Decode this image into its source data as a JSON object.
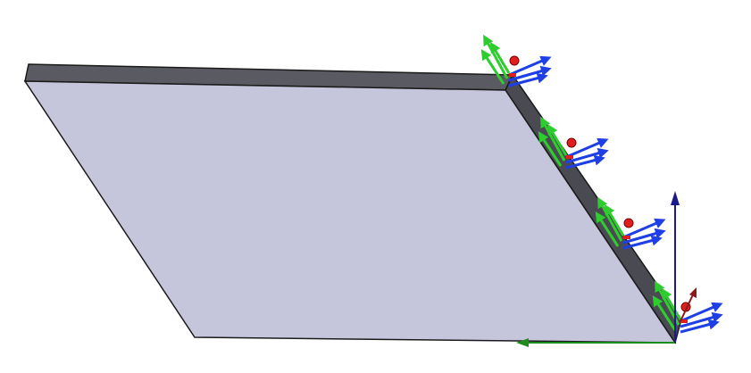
{
  "colors": {
    "background": "#ffffff",
    "plate_face": "#c5c6dc",
    "plate_edge_dark": "#4a4a52",
    "plate_edge_top": "#5a5a62",
    "outline": "#1a1a1a",
    "fixture_green": "#2ecc2e",
    "fixture_blue": "#1f3fe6",
    "fixture_red": "#e01e1e",
    "triad_x": "#1e8a1e",
    "triad_y": "#1a1a8c",
    "triad_z": "#8b1a1a"
  },
  "scene": {
    "model": "rectangular-plate",
    "fixtures": [
      {
        "name": "fixed-geometry-symbol-1"
      },
      {
        "name": "fixed-geometry-symbol-2"
      },
      {
        "name": "fixed-geometry-symbol-3"
      },
      {
        "name": "fixed-geometry-symbol-4"
      }
    ],
    "triad_axes": [
      "x-axis",
      "y-axis",
      "z-axis"
    ]
  }
}
